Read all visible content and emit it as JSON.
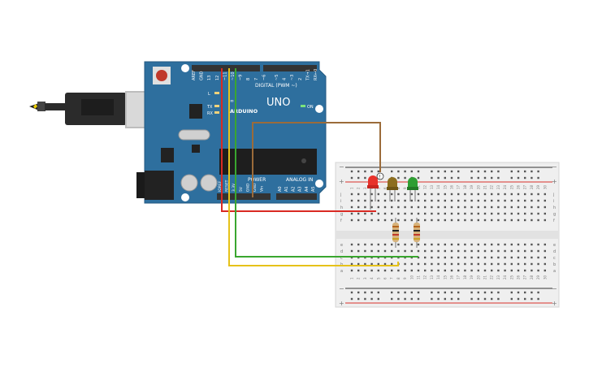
{
  "board": {
    "logo_text": "ARDUINO",
    "model": "UNO",
    "on_label": "ON",
    "digital_label": "DIGITAL (PWM ~)",
    "power_label": "POWER",
    "analog_label": "ANALOG IN",
    "tx_label": "TX",
    "rx_label": "RX",
    "l_label": "L",
    "aref": "AREF",
    "gnd": "GND",
    "digital_pins": [
      "13",
      "12",
      "~11",
      "~10",
      "~9",
      "8",
      "7",
      "~6",
      "~5",
      "4",
      "~3",
      "2",
      "TX→1",
      "RX←0"
    ],
    "power_pins": [
      "IOREF",
      "RESET",
      "3.3V",
      "5V",
      "GND",
      "GND",
      "Vin"
    ],
    "analog_pins": [
      "A0",
      "A1",
      "A2",
      "A3",
      "A4",
      "A5"
    ]
  },
  "breadboard": {
    "row_letters_top": [
      "j",
      "i",
      "h",
      "g",
      "f"
    ],
    "row_letters_bottom": [
      "e",
      "d",
      "c",
      "b",
      "a"
    ],
    "column_numbers": [
      "1",
      "2",
      "3",
      "4",
      "5",
      "6",
      "7",
      "8",
      "9",
      "10",
      "11",
      "12",
      "13",
      "14",
      "15",
      "16",
      "17",
      "18",
      "19",
      "20",
      "21",
      "22",
      "23",
      "24",
      "25",
      "26",
      "27",
      "28",
      "29",
      "30"
    ],
    "rail_minus": "−",
    "rail_plus": "+"
  },
  "components": {
    "leds": [
      {
        "name": "red-led",
        "color": "#e8322b"
      },
      {
        "name": "yellow-led",
        "color": "#8c6d1f"
      },
      {
        "name": "green-led",
        "color": "#2f9e33"
      }
    ],
    "resistor_count": 2,
    "wires": [
      {
        "name": "red-wire",
        "color": "#d92a23"
      },
      {
        "name": "green-wire",
        "color": "#3aa62f"
      },
      {
        "name": "yellow-wire",
        "color": "#e6c21a"
      },
      {
        "name": "brown-wire",
        "color": "#9b6b3a"
      }
    ]
  },
  "colors": {
    "board": "#2e6f9e",
    "board_dark": "#245a82",
    "header": "#333333",
    "breadboard": "#efefef",
    "rail_red": "#d9322b",
    "rail_blue": "#333333"
  }
}
